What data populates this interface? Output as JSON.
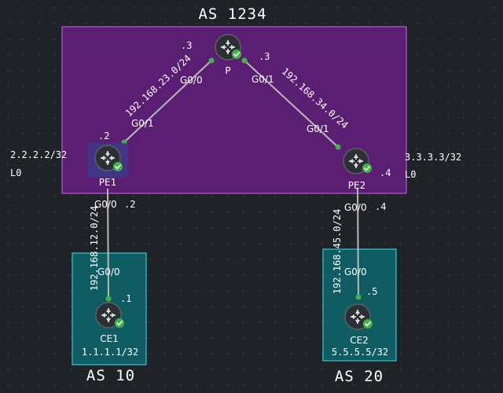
{
  "as_labels": {
    "core": "AS 1234",
    "ce1": "AS 10",
    "ce2": "AS 20"
  },
  "nodes": {
    "p": {
      "name": "P"
    },
    "pe1": {
      "name": "PE1",
      "loopback": "2.2.2.2/32",
      "loopback_if": "L0"
    },
    "pe2": {
      "name": "PE2",
      "loopback": "3.3.3.3/32",
      "loopback_if": "L0"
    },
    "ce1": {
      "name": "CE1",
      "loopback": "1.1.1.1/32"
    },
    "ce2": {
      "name": "CE2",
      "loopback": "5.5.5.5/32"
    }
  },
  "links": {
    "pe1_p": {
      "subnet": "192.168.23.0/24",
      "a_if": "G0/1",
      "a_host": ".2",
      "b_if": "G0/0",
      "b_host": ".3"
    },
    "p_pe2": {
      "subnet": "192.168.34.0/24",
      "a_if": "G0/1",
      "a_host": ".3",
      "b_if": "G0/1",
      "b_host": ".4"
    },
    "pe1_ce1": {
      "subnet": "192.168.12.0/24",
      "a_if": "G0/0",
      "a_host": ".2",
      "b_if": "G0/0",
      "b_host": ".1"
    },
    "pe2_ce2": {
      "subnet": "192.168.45.0/24",
      "a_if": "G0/0",
      "a_host": ".4",
      "b_if": "G0/0",
      "b_host": ".5"
    }
  },
  "colors": {
    "core_region": "#5a1f73",
    "core_border": "#b05cd6",
    "ce_region": "#0f5d63",
    "ce_border": "#36c7cf",
    "link": "#b9b9b9",
    "endpoint": "#3fb549",
    "status_ok": "#3fb549"
  },
  "icons": {
    "router": "router-icon",
    "status": "check-circle-icon"
  }
}
